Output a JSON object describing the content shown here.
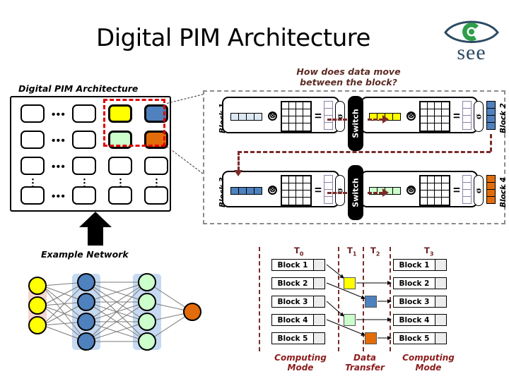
{
  "slide": {
    "title": "Digital PIM Architecture"
  },
  "logo": {
    "text": "see",
    "eye_color": "#2b4a62",
    "iris_color": "#2e9e4a"
  },
  "left_diagram": {
    "caption": "Digital PIM Architecture",
    "hdots": "•••",
    "vdots": "•",
    "highlight_border_color": "#e00000",
    "highlighted_cells": [
      {
        "label": "",
        "color": "#FFFF00"
      },
      {
        "label": "",
        "color": "#4E81BD"
      },
      {
        "label": "",
        "color": "#CCFFCC"
      },
      {
        "label": "",
        "color": "#E36C0A"
      }
    ]
  },
  "question": "How does data move\nbetween the block?",
  "question_line1": "How does data move",
  "question_line2": "between the block?",
  "panel": {
    "switch_label": "Switch",
    "sigma_symbol": "σ",
    "tensor_symbol": "⊗",
    "equals_symbol": "=",
    "blocks": [
      {
        "name": "Block 1",
        "input_color": "#dce9f5",
        "output_color": "#FFFF00",
        "mid_color": "#ffffff"
      },
      {
        "name": "Block 2",
        "input_color": "#FFFF00",
        "output_color": "#4E81BD",
        "mid_color": "#ffffff"
      },
      {
        "name": "Block 3",
        "input_color": "#4E81BD",
        "output_color": "#CCFFCC",
        "mid_color": "#ffffff"
      },
      {
        "name": "Block 4",
        "input_color": "#CCFFCC",
        "output_color": "#E36C0A",
        "mid_color": "#ffffff"
      }
    ],
    "route_color": "#7b2a2a"
  },
  "network": {
    "caption": "Example Network",
    "layers": [
      {
        "name": "input",
        "count": 3,
        "color": "#FFFF00",
        "bg": "#f7d5d0"
      },
      {
        "name": "hidden1",
        "count": 4,
        "color": "#4E81BD",
        "bg": "#c5d9f1"
      },
      {
        "name": "hidden2",
        "count": 4,
        "color": "#CCFFCC",
        "bg": "#c5d9f1"
      },
      {
        "name": "output",
        "count": 1,
        "color": "#E36C0A",
        "bg": ""
      }
    ]
  },
  "timeline": {
    "phases": [
      {
        "label": "T",
        "sub": "0"
      },
      {
        "label": "T",
        "sub": "1"
      },
      {
        "label": "T",
        "sub": "2"
      },
      {
        "label": "T",
        "sub": "3"
      }
    ],
    "left_blocks": [
      "Block 1",
      "Block 2",
      "Block 3",
      "Block 4",
      "Block 5"
    ],
    "right_blocks": [
      "Block 1",
      "Block 2",
      "Block 3",
      "Block 4",
      "Block 5"
    ],
    "chips": [
      {
        "color": "#FFFF00"
      },
      {
        "color": "#4E81BD"
      },
      {
        "color": "#CCFFCC"
      },
      {
        "color": "#E36C0A"
      }
    ],
    "modes": [
      {
        "line1": "Computing",
        "line2": "Mode"
      },
      {
        "line1": "Data",
        "line2": "Transfer"
      },
      {
        "line1": "Computing",
        "line2": "Mode"
      }
    ]
  }
}
